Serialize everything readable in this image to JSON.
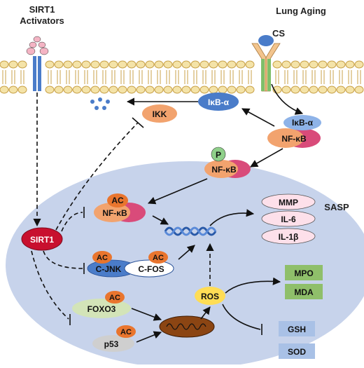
{
  "headers": {
    "sirt1_activators": [
      "SIRT1",
      "Activators"
    ],
    "lung_aging": "Lung Aging",
    "cs": "CS"
  },
  "nodes": {
    "ikb_alpha_top": "IκB-α",
    "ikk": "IKK",
    "ikb_alpha_complex": "IκB-α",
    "nfkb_complex": "NF-κB",
    "p_label": "P",
    "nfkb_phospho": "NF-κB",
    "ac_nfkb": "AC",
    "nfkb_nuclear": "NF-κB",
    "sirt1": "SIRT1",
    "ac_cjnk": "AC",
    "cjnk": "C-JNK",
    "ac_cfos": "AC",
    "cfos": "C-FOS",
    "ac_foxo3": "AC",
    "foxo3": "FOXO3",
    "ac_p53": "AC",
    "p53": "p53",
    "ros": "ROS"
  },
  "sasp": {
    "title": "SASP",
    "items": [
      "MMP",
      "IL-6",
      "IL-1β"
    ]
  },
  "ros_products": {
    "increased": [
      "MPO",
      "MDA"
    ],
    "decreased": [
      "GSH",
      "SOD"
    ]
  },
  "colors": {
    "nucleus": "#c7d3eb",
    "membrane_head": "#f4e3a8",
    "membrane_outline": "#c9a24a",
    "blue_protein": "#4a7cc9",
    "orange_protein": "#f2a36e",
    "pink_protein": "#d94b7a",
    "sirt1_red": "#c8102e",
    "ac_orange": "#e9752e",
    "foxo3_green": "#d3e4b8",
    "p53_gray": "#cfcfcf",
    "ros_yellow": "#ffdd55",
    "mito_brown": "#8b4513",
    "green_box": "#8fbf6a",
    "blue_box": "#a9c1e6",
    "sasp_pink": "#fde0ea"
  }
}
